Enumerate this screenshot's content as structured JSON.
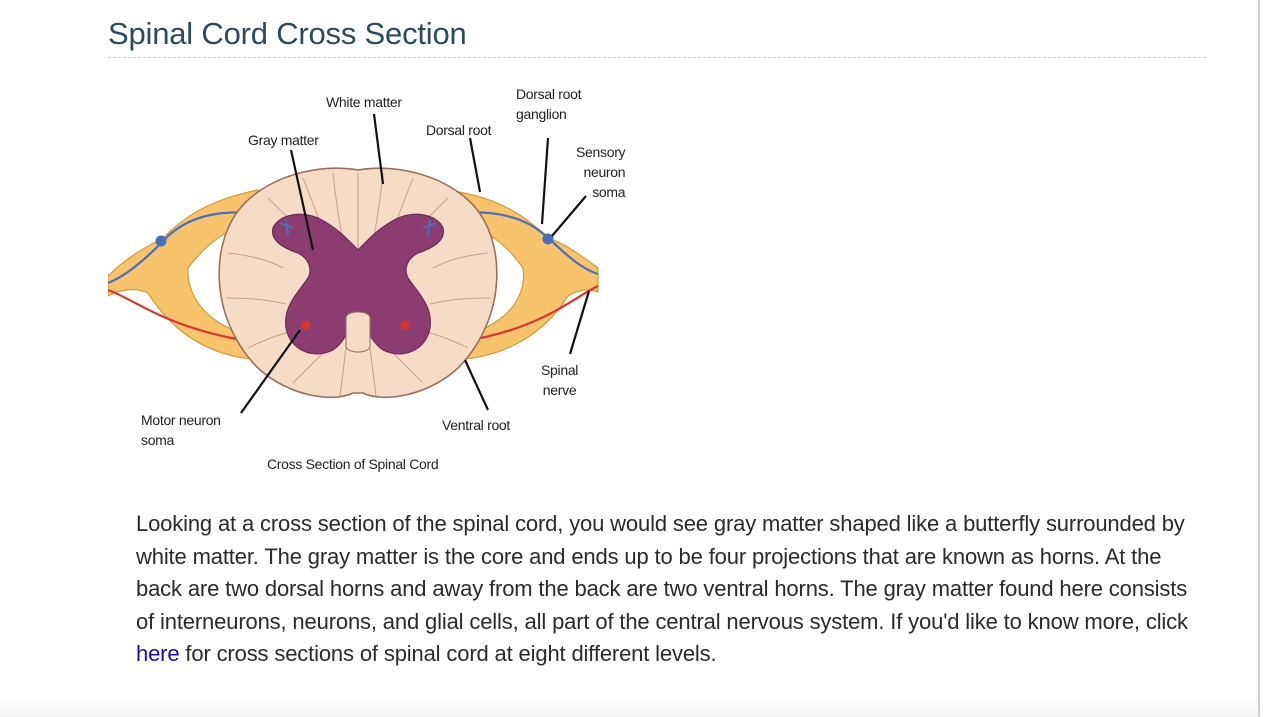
{
  "page": {
    "title": "Spinal Cord Cross Section"
  },
  "figure": {
    "labels": {
      "white_matter": "White matter",
      "gray_matter": "Gray matter",
      "dorsal_root": "Dorsal root",
      "dorsal_root_ganglion": "Dorsal root\nganglion",
      "sensory_neuron_soma": "Sensory\nneuron\nsoma",
      "spinal_nerve": "Spinal\nnerve",
      "motor_neuron_soma": "Motor neuron\nsoma",
      "ventral_root": "Ventral root"
    },
    "caption": "Cross Section of Spinal Cord",
    "colors": {
      "white_matter": "#f6dcc6",
      "white_matter_outline": "#9b6f5a",
      "gray_matter": "#8b3d72",
      "nerve": "#f7c46d",
      "sensory_fiber": "#4a6fb8",
      "motor_fiber": "#d9352f"
    }
  },
  "body": {
    "text_before_link": "Looking at a cross section of the spinal cord, you would see gray matter shaped like a butterfly surrounded by white matter. The gray matter is the core and ends up to be four projections that are known as horns. At the back are two dorsal horns and away from the back are two ventral horns. The gray matter found here consists of interneurons, neurons, and glial cells, all part of the central nervous system. If you'd like to know more, click ",
    "link_text": "here",
    "text_after_link": " for cross sections of spinal cord at eight different levels."
  }
}
